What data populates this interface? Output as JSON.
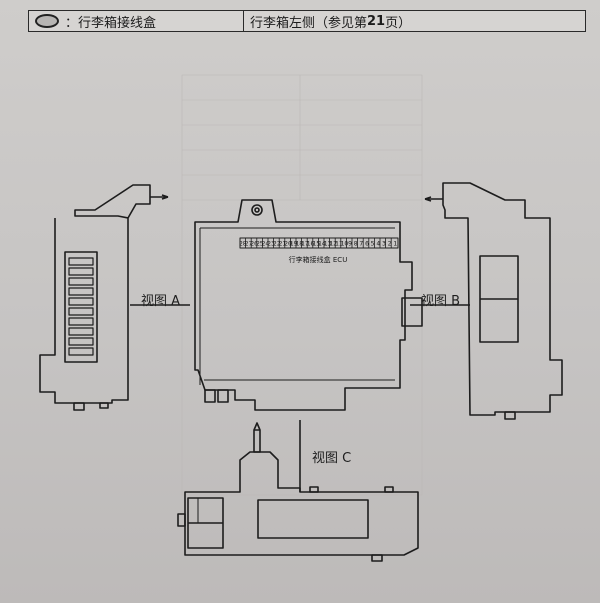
{
  "header": {
    "left_icon": "connector-oval-icon",
    "left_text": "：行李箱接线盒",
    "right_text_before": "行李箱左侧（参见第 ",
    "right_page": "21",
    "right_text_after": " 页）"
  },
  "views": {
    "a": "视图 A",
    "b": "视图 B",
    "c": "视图 C"
  },
  "ecu": {
    "label": "行李箱接线盒 ECU",
    "pin_numbers": [
      "28",
      "27",
      "26",
      "25",
      "24",
      "23",
      "22",
      "21",
      "20",
      "19",
      "18",
      "17",
      "16",
      "15",
      "14",
      "13",
      "12",
      "11",
      "10",
      "9",
      "8",
      "7",
      "6",
      "5",
      "4",
      "3",
      "2",
      "1"
    ]
  }
}
